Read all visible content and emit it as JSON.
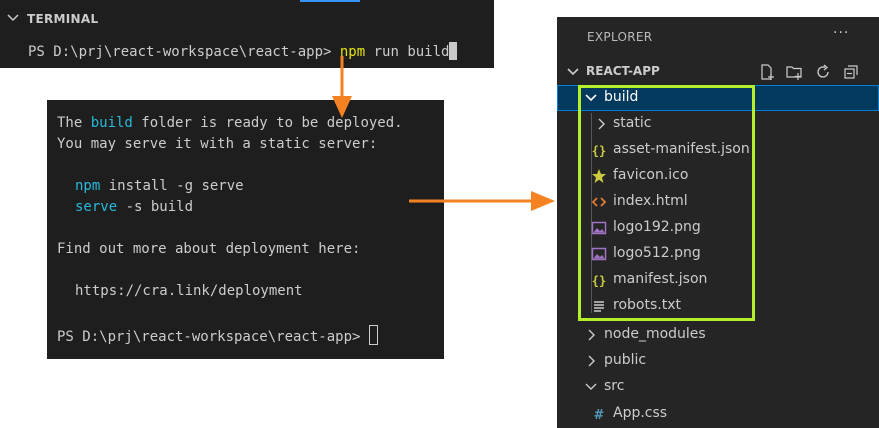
{
  "terminal_top": {
    "title": "TERMINAL",
    "prompt": "PS D:\\prj\\react-workspace\\react-app> ",
    "cmd_npm": "npm",
    "cmd_rest": " run build"
  },
  "terminal_output": {
    "line1_a": "The ",
    "line1_build": "build",
    "line1_b": " folder is ready to be deployed.",
    "line2": "You may serve it with a static server:",
    "line3_npm": "npm",
    "line3_rest": " install -g serve",
    "line4_serve": "serve",
    "line4_rest": " -s build",
    "line5": "Find out more about deployment here:",
    "link": "https://cra.link/deployment",
    "prompt": "PS D:\\prj\\react-workspace\\react-app> "
  },
  "explorer": {
    "title": "EXPLORER",
    "more": "···",
    "section": "REACT-APP",
    "items": [
      {
        "label": "build",
        "icon": "chevron-down-icon"
      },
      {
        "label": "static",
        "icon": "chevron-right-icon"
      },
      {
        "label": "asset-manifest.json",
        "icon": "json-file-icon"
      },
      {
        "label": "favicon.ico",
        "icon": "star-file-icon"
      },
      {
        "label": "index.html",
        "icon": "html-file-icon"
      },
      {
        "label": "logo192.png",
        "icon": "image-file-icon"
      },
      {
        "label": "logo512.png",
        "icon": "image-file-icon"
      },
      {
        "label": "manifest.json",
        "icon": "json-file-icon"
      },
      {
        "label": "robots.txt",
        "icon": "text-file-icon"
      },
      {
        "label": "node_modules",
        "icon": "chevron-right-icon"
      },
      {
        "label": "public",
        "icon": "chevron-right-icon"
      },
      {
        "label": "src",
        "icon": "chevron-down-icon"
      },
      {
        "label": "App.css",
        "icon": "css-file-icon"
      }
    ]
  },
  "colors": {
    "terminal_bg": "#1e1e1e",
    "explorer_bg": "#252526",
    "arrow": "#f58220",
    "highlight_box": "#b4f02a",
    "selection": "#04395e",
    "selection_border": "#007fd4",
    "npm_yellow": "#e5e510",
    "keyword_blue": "#29b8db"
  }
}
